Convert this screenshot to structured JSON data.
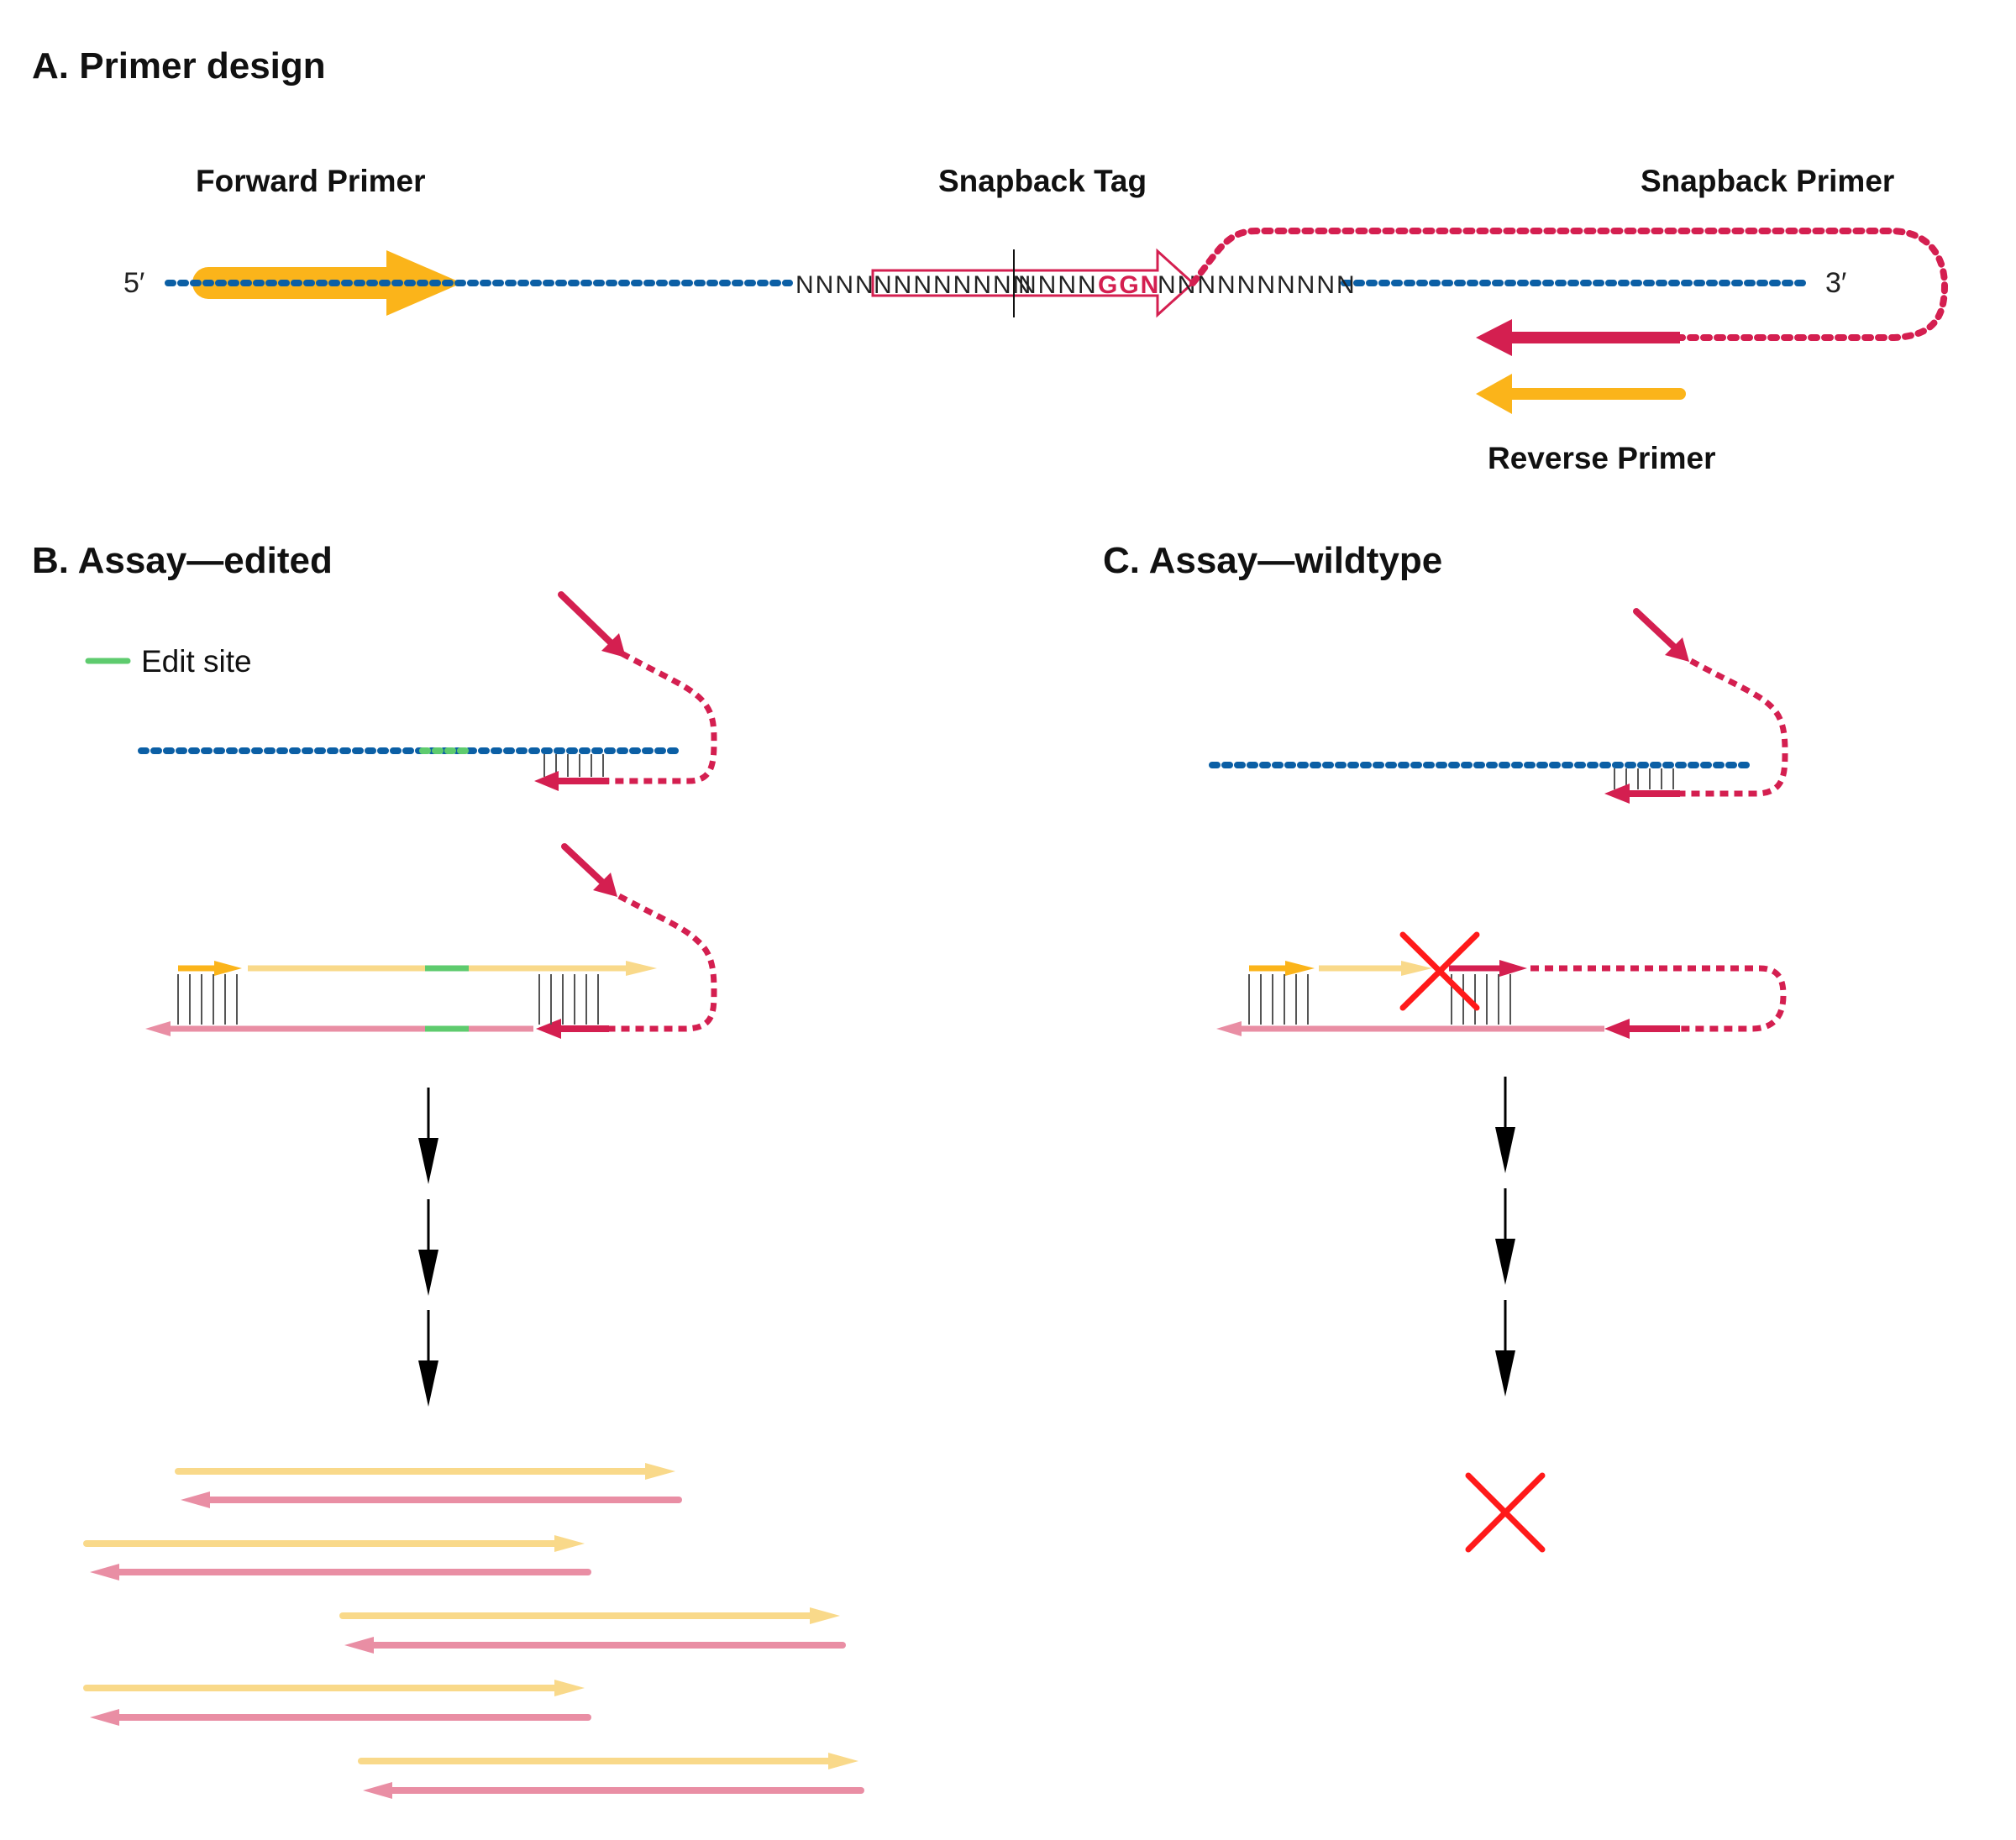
{
  "panels": {
    "a": {
      "title": "A. Primer design",
      "forward_primer": "Forward Primer",
      "snapback_tag": "Snapback Tag",
      "snapback_primer": "Snapback Primer",
      "reverse_primer": "Reverse Primer",
      "five_prime": "5′",
      "three_prime": "3′",
      "seq_left": "NNNN",
      "seq_box_left": "NNNNNNNN",
      "seq_box_right": "NNNN",
      "seq_ggn": "GGN",
      "seq_right": "NNNNNNNNNN"
    },
    "b": {
      "title": "B. Assay—edited",
      "legend_edit_site": "Edit site"
    },
    "c": {
      "title": "C. Assay—wildtype"
    }
  },
  "colors": {
    "template_blue": "#0b5fa5",
    "forward_yellow": "#fbb41a",
    "snapback_red": "#d41f50",
    "edit_green": "#5ecb6e",
    "product_yellow": "#f9d98a",
    "product_pink": "#e98ea4",
    "cross_red": "#ff1a1a",
    "arrow_black": "#000000",
    "tick_gray": "#555555"
  },
  "icons": {
    "failure_mark": "x-cross-icon",
    "process_arrow": "down-arrow-icon"
  }
}
